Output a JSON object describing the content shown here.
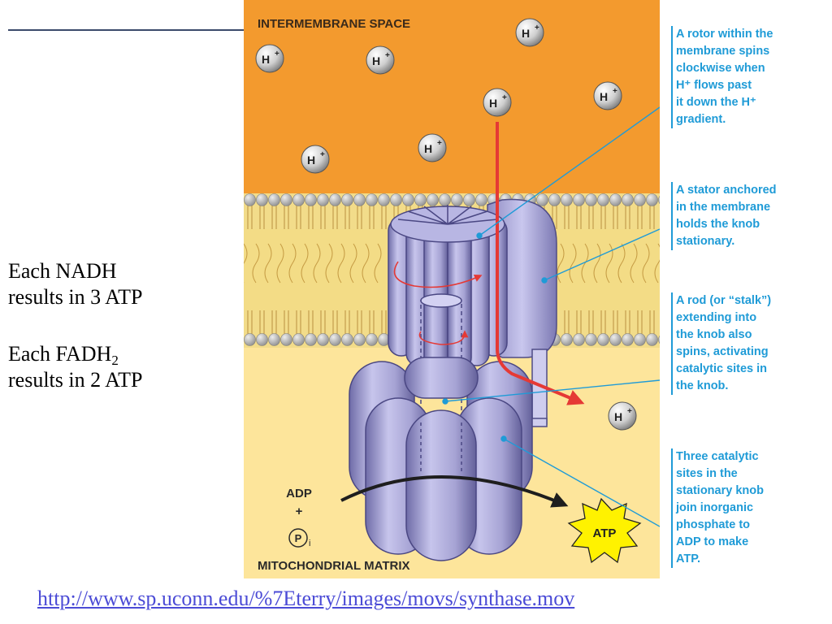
{
  "side": {
    "nadh": [
      "Each NADH",
      "results in 3 ATP"
    ],
    "fadh_prefix": "Each FADH",
    "fadh_sub": "2",
    "fadh_line2": "results in 2 ATP"
  },
  "figure": {
    "top_label": "INTERMEMBRANE SPACE",
    "bottom_label": "MITOCHONDRIAL MATRIX",
    "proton": "H",
    "proton_sup": "+",
    "adp": "ADP",
    "plus": "+",
    "pi": "P",
    "pi_sub": "i",
    "atp": "ATP"
  },
  "captions": {
    "rotor": [
      "A rotor within the",
      "membrane spins",
      "clockwise when",
      "H⁺ flows past",
      "it down the H⁺",
      "gradient."
    ],
    "stator": [
      "A stator anchored",
      "in the membrane",
      "holds the knob",
      "stationary."
    ],
    "rod": [
      "A rod (or “stalk”)",
      "extending into",
      "the knob also",
      "spins, activating",
      "catalytic sites in",
      "the knob."
    ],
    "sites": [
      "Three catalytic",
      "sites in the",
      "stationary knob",
      "join inorganic",
      "phosphate to",
      "ADP to make",
      "ATP."
    ]
  },
  "link": {
    "url": "http://www.sp.uconn.edu/%7Eterry/images/movs/synthase.mov"
  },
  "colors": {
    "intermembrane": "#f39a2e",
    "matrix": "#fde59b",
    "protein": "#a9a7d6",
    "flow_arrow": "#e53935",
    "caption": "#1f9bd7"
  }
}
